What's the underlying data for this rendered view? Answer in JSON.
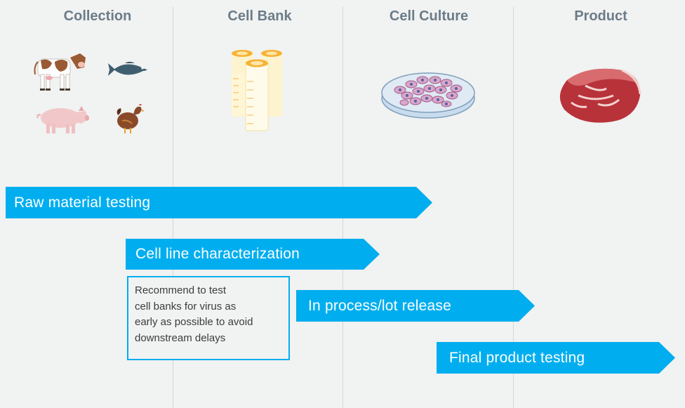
{
  "columns": [
    {
      "title": "Collection"
    },
    {
      "title": "Cell Bank"
    },
    {
      "title": "Cell Culture"
    },
    {
      "title": "Product"
    }
  ],
  "arrows": [
    {
      "label": "Raw material testing"
    },
    {
      "label": "Cell line characterization"
    },
    {
      "label": "In process/lot release"
    },
    {
      "label": "Final product testing"
    }
  ],
  "note": {
    "lines": [
      "Recommend to test",
      "cell banks for virus as",
      "early as possible to avoid",
      "downstream delays"
    ]
  },
  "colors": {
    "background": "#f1f2f2",
    "arrow": "#00aeef",
    "title": "#6b7c88",
    "divider": "#d4d6d7"
  },
  "icons": {
    "collection": [
      "cow-icon",
      "fish-icon",
      "pig-icon",
      "chicken-icon"
    ],
    "cell_bank": "cell-bank-tubes-icon",
    "cell_culture": "petri-dish-icon",
    "product": "meat-icon"
  }
}
